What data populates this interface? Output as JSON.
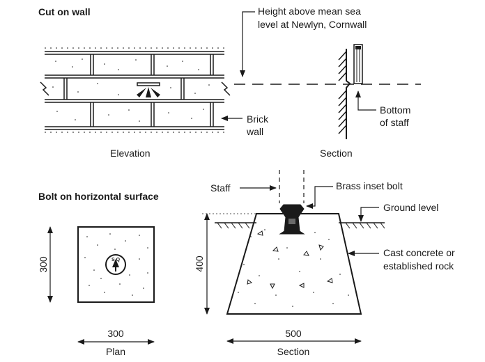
{
  "cut_on_wall": {
    "heading": "Cut on wall",
    "height_label_line1": "Height above mean sea",
    "height_label_line2": "level at Newlyn, Cornwall",
    "brick_label_line1": "Brick",
    "brick_label_line2": "wall",
    "bottom_label_line1": "Bottom",
    "bottom_label_line2": "of staff",
    "elevation_caption": "Elevation",
    "section_caption": "Section"
  },
  "bolt_on_horizontal": {
    "heading": "Bolt on horizontal surface",
    "staff_label": "Staff",
    "brass_label": "Brass inset bolt",
    "ground_label": "Ground level",
    "concrete_label_line1": "Cast concrete or",
    "concrete_label_line2": "established rock",
    "plan_height_dim": "300",
    "plan_width_dim": "300",
    "plan_caption": "Plan",
    "section_height_dim": "400",
    "section_width_dim": "500",
    "section_caption": "Section",
    "bolt_mark": "S Q"
  },
  "colors": {
    "ink": "#1a1a1a",
    "paper": "#ffffff"
  }
}
